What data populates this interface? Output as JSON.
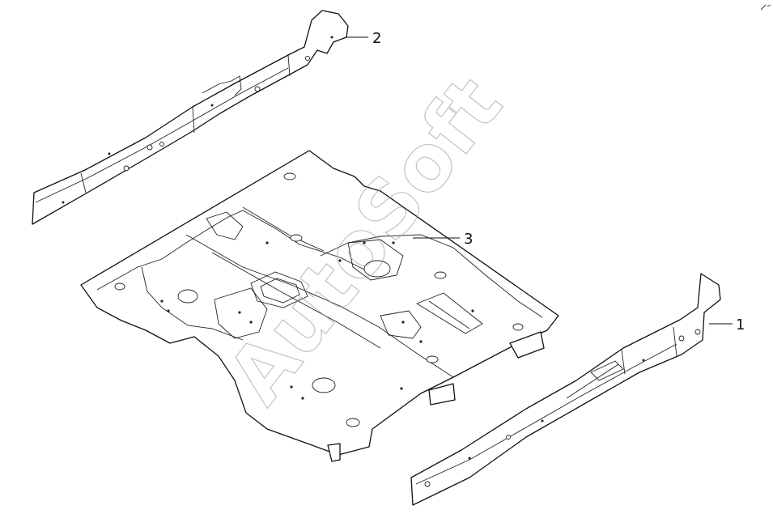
{
  "callouts": [
    {
      "id": "1",
      "label": "1"
    },
    {
      "id": "2",
      "label": "2"
    },
    {
      "id": "3",
      "label": "3"
    }
  ],
  "watermark": {
    "text": "AutoSoft"
  },
  "colors": {
    "line": "#111111",
    "watermark": "#9a9a9a",
    "background": "#ffffff"
  }
}
